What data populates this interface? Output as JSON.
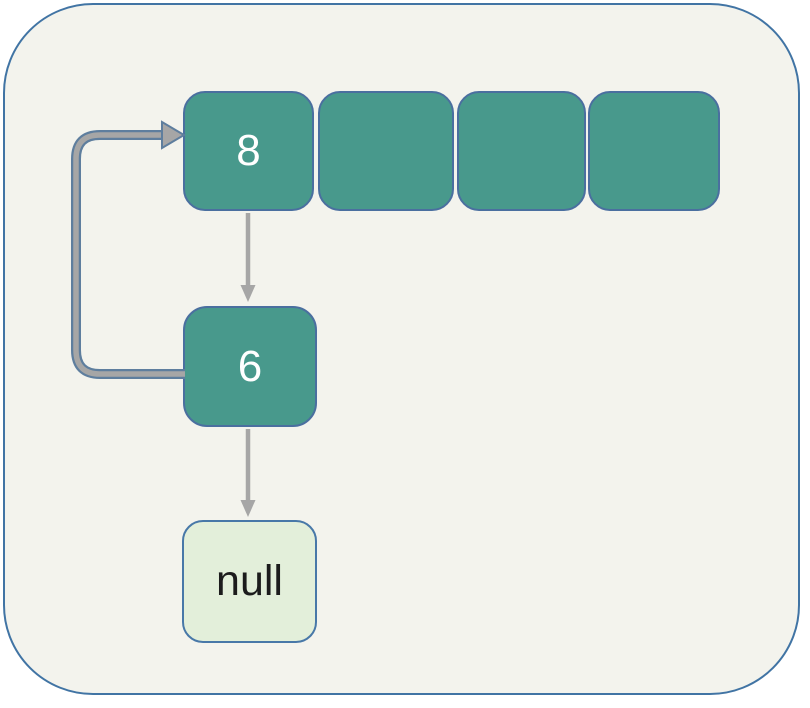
{
  "diagram": {
    "description": "Linked list / hash bucket diagram: array head cell 8 chains to node 6 then null; node 6 loops back to head cell 8",
    "frame": {
      "fill": "#f3f3ed",
      "border_color": "#4174a4",
      "outer_background": "#ffffff"
    },
    "nodes": {
      "head": {
        "label": "8",
        "fill": "#48998c",
        "border": "#4a6f9f",
        "text_color": "#ffffff"
      },
      "cell2": {
        "label": "",
        "fill": "#48998c",
        "border": "#4a6f9f"
      },
      "cell3": {
        "label": "",
        "fill": "#48998c",
        "border": "#4a6f9f"
      },
      "cell4": {
        "label": "",
        "fill": "#48998c",
        "border": "#4a6f9f"
      },
      "second": {
        "label": "6",
        "fill": "#48998c",
        "border": "#4a6f9f",
        "text_color": "#ffffff"
      },
      "terminal": {
        "label": "null",
        "fill": "#e3efda",
        "border": "#4878a8",
        "text_color": "#1c1c1c"
      }
    },
    "edges": [
      {
        "from": "8",
        "to": "6",
        "style": "straight-down-arrow",
        "color": "#a6a6a6"
      },
      {
        "from": "6",
        "to": "null",
        "style": "straight-down-arrow",
        "color": "#a6a6a6"
      },
      {
        "from": "6",
        "to": "8",
        "style": "curved-loop-arrow",
        "color": "#a6a6a6",
        "outline_color": "#5e7e9e"
      }
    ]
  }
}
